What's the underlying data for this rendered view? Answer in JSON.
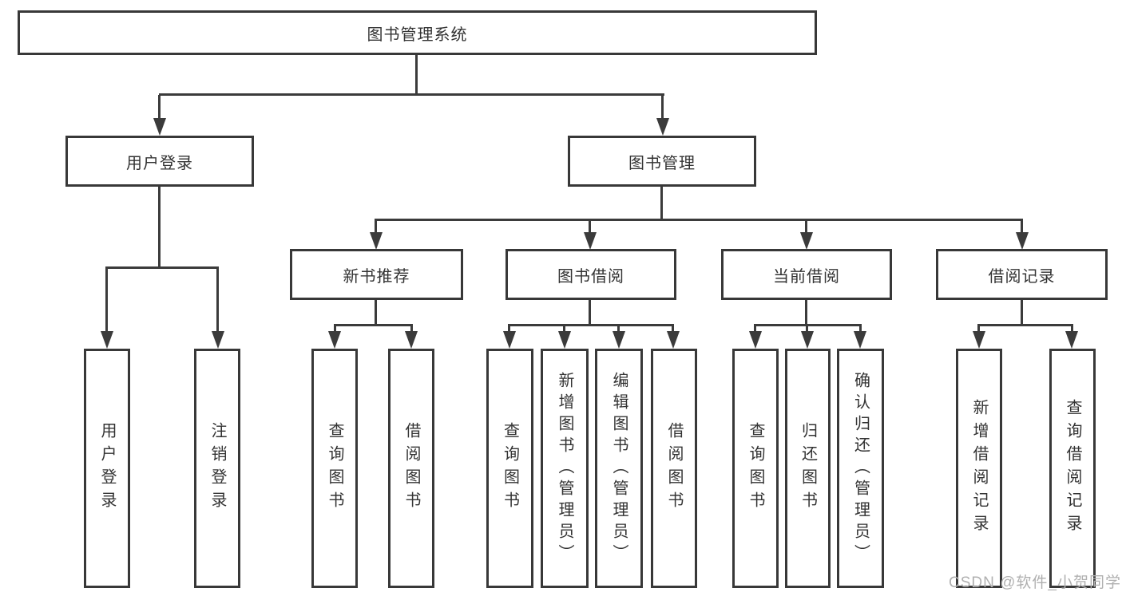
{
  "tree": {
    "root": "图书管理系统",
    "level2": [
      {
        "label": "用户登录",
        "children": [
          "用户登录",
          "注销登录"
        ]
      },
      {
        "label": "图书管理",
        "sections": [
          {
            "label": "新书推荐",
            "children": [
              "查询图书",
              "借阅图书"
            ]
          },
          {
            "label": "图书借阅",
            "children": [
              "查询图书",
              "新增图书（管理员）",
              "编辑图书（管理员）",
              "借阅图书"
            ]
          },
          {
            "label": "当前借阅",
            "children": [
              "查询图书",
              "归还图书",
              "确认归还（管理员）"
            ]
          },
          {
            "label": "借阅记录",
            "children": [
              "新增借阅记录",
              "查询借阅记录"
            ]
          }
        ]
      }
    ]
  },
  "watermark": {
    "text": "CSDN @软件_小贺同学",
    "color": "#b0b0b0"
  },
  "colors": {
    "line": "#3b3b3b",
    "box_border": "#383838",
    "text": "#333333",
    "background": "#ffffff"
  }
}
